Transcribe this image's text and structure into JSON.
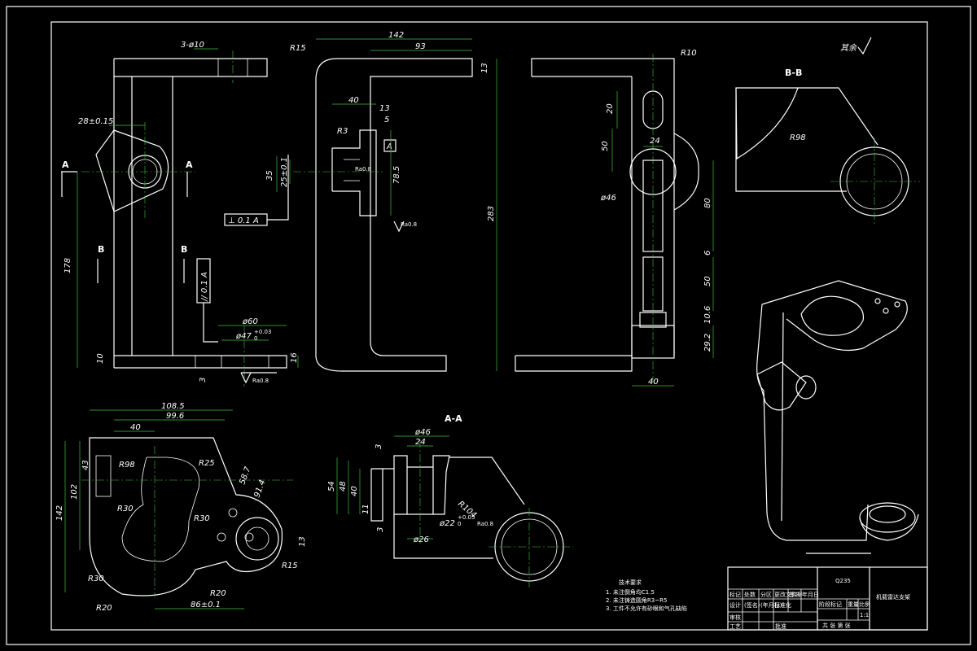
{
  "views": {
    "front": {
      "holes": "3-ø10",
      "d28": "28±0.15",
      "sec_a1": "A",
      "sec_a2": "A",
      "sec_b1": "B",
      "sec_b2": "B",
      "d178": "178",
      "d10": "10",
      "d60": "ø60",
      "d47": "ø47",
      "d47tol_up": "+0.03",
      "d47tol_lo": "0",
      "d16": "16",
      "d3": "3",
      "rough1": "Ra0.8",
      "parallel_tol": "// 0.1 A"
    },
    "middle": {
      "d142": "142",
      "d93": "93",
      "r15": "R15",
      "d13": "13",
      "d40": "40",
      "d13b": "13",
      "d5": "5",
      "r3": "R3",
      "datum": "A",
      "d35": "35",
      "d25": "25±0.1",
      "d785": "78.5",
      "d283": "283",
      "perp_tol": "⊥ 0.1 A",
      "rough2": "Ra0.8",
      "rough3": "Ra0.8"
    },
    "side": {
      "r10": "R10",
      "d20": "20",
      "d50": "50",
      "d24": "24",
      "d46": "ø46",
      "d80": "80",
      "d6": "6",
      "d50b": "50",
      "d106": "10.6",
      "d292": "29.2",
      "d40": "40"
    },
    "section_bb": {
      "title": "B-B",
      "r98": "R98",
      "roughness": "其余"
    },
    "plan": {
      "d1085": "108.5",
      "d996": "99.6",
      "d40": "40",
      "d43": "43",
      "d102": "102",
      "d142": "142",
      "r98": "R98",
      "r25": "R25",
      "r30a": "R30",
      "r30b": "R30",
      "r30c": "R30",
      "d587": "58.7",
      "d914": "91.4",
      "d13": "13",
      "r15": "R15",
      "r20a": "R20",
      "r20b": "R20",
      "d86": "86±0.1"
    },
    "section_aa": {
      "title": "A-A",
      "d46": "ø46",
      "d24": "24",
      "d3a": "3",
      "d54": "54",
      "d48": "48",
      "d40": "40",
      "d11": "11",
      "d3b": "3",
      "r104": "R104",
      "d22": "ø22",
      "d22tol_up": "+0.05",
      "d22tol_lo": "0",
      "rough": "Ra0.8",
      "d26": "ø26"
    }
  },
  "notes": {
    "title": "技术要求",
    "line1": "1. 未注倒角均C1.5",
    "line2": "2. 未注铸造圆角R3~R5",
    "line3": "3. 工件不允许有砂眼和气孔缺陷"
  },
  "title_block": {
    "material": "Q235",
    "part_name": "机载雷达支架",
    "row1": [
      "标记",
      "处数",
      "分区",
      "更改文件号",
      "签名",
      "年月日"
    ],
    "row2": [
      "设计",
      "(签名)",
      "(年月日)",
      "标准化"
    ],
    "row3_left": "审核",
    "row4_left": "工艺",
    "row4_mid": "批准",
    "stage": "阶段标记",
    "weight": "重量",
    "scale": "比例",
    "scale_val": "1:1",
    "sheets": "共   张   第   张"
  }
}
